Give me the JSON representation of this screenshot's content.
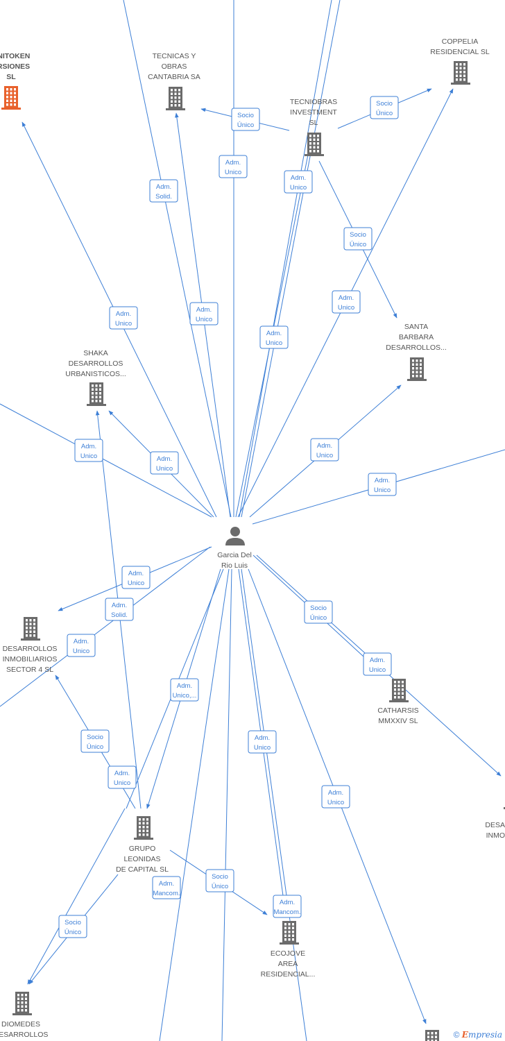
{
  "center_person": {
    "lines": [
      "Garcia Del",
      "Rio Luis"
    ]
  },
  "companies": [
    {
      "id": "unitoken",
      "lines": [
        "UNITOKEN",
        "ERSIONES",
        "SL"
      ],
      "highlight": true
    },
    {
      "id": "tecnicas",
      "lines": [
        "TECNICAS Y",
        "OBRAS",
        "CANTABRIA SA"
      ]
    },
    {
      "id": "tecniobras",
      "lines": [
        "TECNIOBRAS",
        "INVESTMENT",
        "SL"
      ]
    },
    {
      "id": "coppelia",
      "lines": [
        "COPPELIA",
        "RESIDENCIAL SL"
      ]
    },
    {
      "id": "santa_barbara",
      "lines": [
        "SANTA",
        "BARBARA",
        "DESARROLLOS..."
      ]
    },
    {
      "id": "shaka",
      "lines": [
        "SHAKA",
        "DESARROLLOS",
        "URBANISTICOS..."
      ]
    },
    {
      "id": "sector4",
      "lines": [
        "DESARROLLOS",
        "INMOBILIARIOS",
        "SECTOR 4  SL"
      ]
    },
    {
      "id": "catharsis",
      "lines": [
        "CATHARSIS",
        "MMXXIV  SL"
      ]
    },
    {
      "id": "desa_right",
      "lines": [
        "DESA",
        "INMO"
      ]
    },
    {
      "id": "leonidas",
      "lines": [
        "GRUPO",
        "LEONIDAS",
        "DE CAPITAL  SL"
      ]
    },
    {
      "id": "ecojove",
      "lines": [
        "ECOJOVE",
        "AREA",
        "RESIDENCIAL..."
      ]
    },
    {
      "id": "diomedes",
      "lines": [
        "DIOMEDES",
        "DESARROLLOS"
      ]
    },
    {
      "id": "bottom_right",
      "lines": []
    }
  ],
  "edge_labels": [
    {
      "lines": [
        "Socio",
        "Único"
      ]
    },
    {
      "lines": [
        "Socio",
        "Único"
      ]
    },
    {
      "lines": [
        "Adm.",
        "Unico"
      ]
    },
    {
      "lines": [
        "Adm.",
        "Solid."
      ]
    },
    {
      "lines": [
        "Adm.",
        "Unico"
      ]
    },
    {
      "lines": [
        "Socio",
        "Único"
      ]
    },
    {
      "lines": [
        "Adm.",
        "Unico"
      ]
    },
    {
      "lines": [
        "Adm.",
        "Unico"
      ]
    },
    {
      "lines": [
        "Adm.",
        "Unico"
      ]
    },
    {
      "lines": [
        "Adm.",
        "Unico"
      ]
    },
    {
      "lines": [
        "Adm.",
        "Unico"
      ]
    },
    {
      "lines": [
        "Adm.",
        "Unico"
      ]
    },
    {
      "lines": [
        "Adm.",
        "Unico"
      ]
    },
    {
      "lines": [
        "Adm.",
        "Unico"
      ]
    },
    {
      "lines": [
        "Adm.",
        "Unico"
      ]
    },
    {
      "lines": [
        "Socio",
        "Único"
      ]
    },
    {
      "lines": [
        "Adm.",
        "Unico"
      ]
    },
    {
      "lines": [
        "Adm.",
        "Unico"
      ]
    },
    {
      "lines": [
        "Adm.",
        "Solid."
      ]
    },
    {
      "lines": [
        "Adm.",
        "Unico,..."
      ]
    },
    {
      "lines": [
        "Socio",
        "Único"
      ]
    },
    {
      "lines": [
        "Adm.",
        "Unico"
      ]
    },
    {
      "lines": [
        "Adm.",
        "Unico"
      ]
    },
    {
      "lines": [
        "Adm.",
        "Unico"
      ]
    },
    {
      "lines": [
        "Socio",
        "Único"
      ]
    },
    {
      "lines": [
        "Adm.",
        "Mancom."
      ]
    },
    {
      "lines": [
        "Socio",
        "Único"
      ]
    },
    {
      "lines": [
        "Adm.",
        "Mancom."
      ]
    }
  ],
  "footer": {
    "copyright": "©",
    "brand_initial": "E",
    "brand_rest": "mpresia"
  },
  "colors": {
    "edge": "#3d7fd6",
    "building": "#6b6b6b",
    "building_highlight": "#e8612c",
    "person": "#6b6b6b"
  }
}
